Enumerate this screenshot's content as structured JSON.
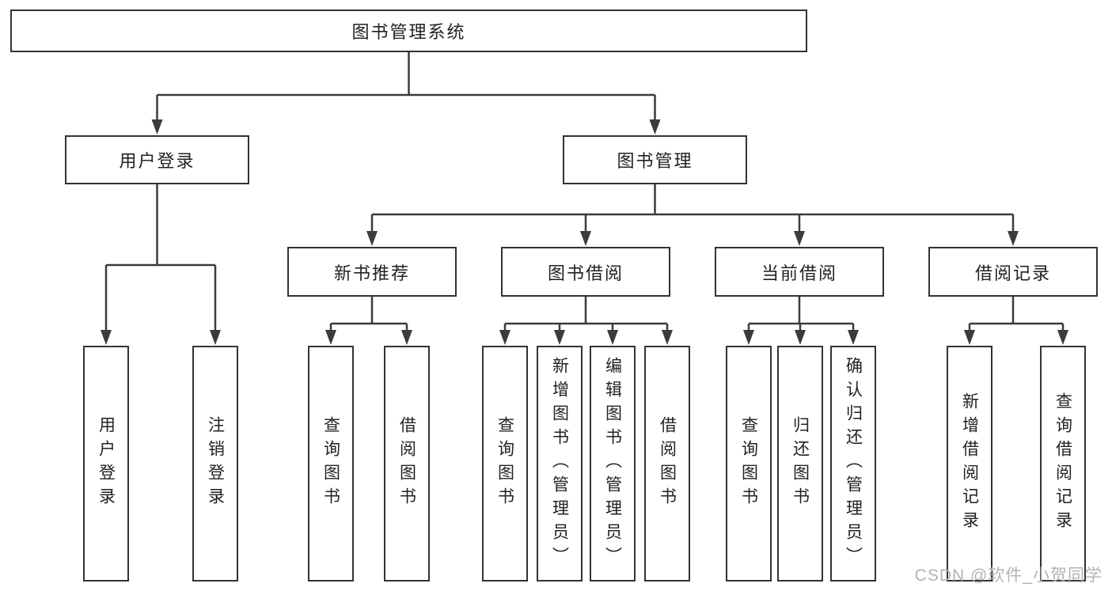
{
  "colors": {
    "line": "#3b3b3b",
    "box_border": "#333333",
    "box_fill": "#ffffff",
    "text": "#222222",
    "watermark": "#b3b3b3"
  },
  "watermark": {
    "text": "CSDN @软件_小贺同学"
  },
  "diagram": {
    "type": "hierarchy",
    "root": {
      "label": "图书管理系统",
      "children": [
        {
          "label": "用户登录",
          "children": [
            {
              "label": "用户登录"
            },
            {
              "label": "注销登录"
            }
          ]
        },
        {
          "label": "图书管理",
          "children": [
            {
              "label": "新书推荐",
              "children": [
                {
                  "label": "查询图书"
                },
                {
                  "label": "借阅图书"
                }
              ]
            },
            {
              "label": "图书借阅",
              "children": [
                {
                  "label": "查询图书"
                },
                {
                  "label": "新增图书（管理员）"
                },
                {
                  "label": "编辑图书（管理员）"
                },
                {
                  "label": "借阅图书"
                }
              ]
            },
            {
              "label": "当前借阅",
              "children": [
                {
                  "label": "查询图书"
                },
                {
                  "label": "归还图书"
                },
                {
                  "label": "确认归还（管理员）"
                }
              ]
            },
            {
              "label": "借阅记录",
              "children": [
                {
                  "label": "新增借阅记录"
                },
                {
                  "label": "查询借阅记录"
                }
              ]
            }
          ]
        }
      ]
    }
  }
}
